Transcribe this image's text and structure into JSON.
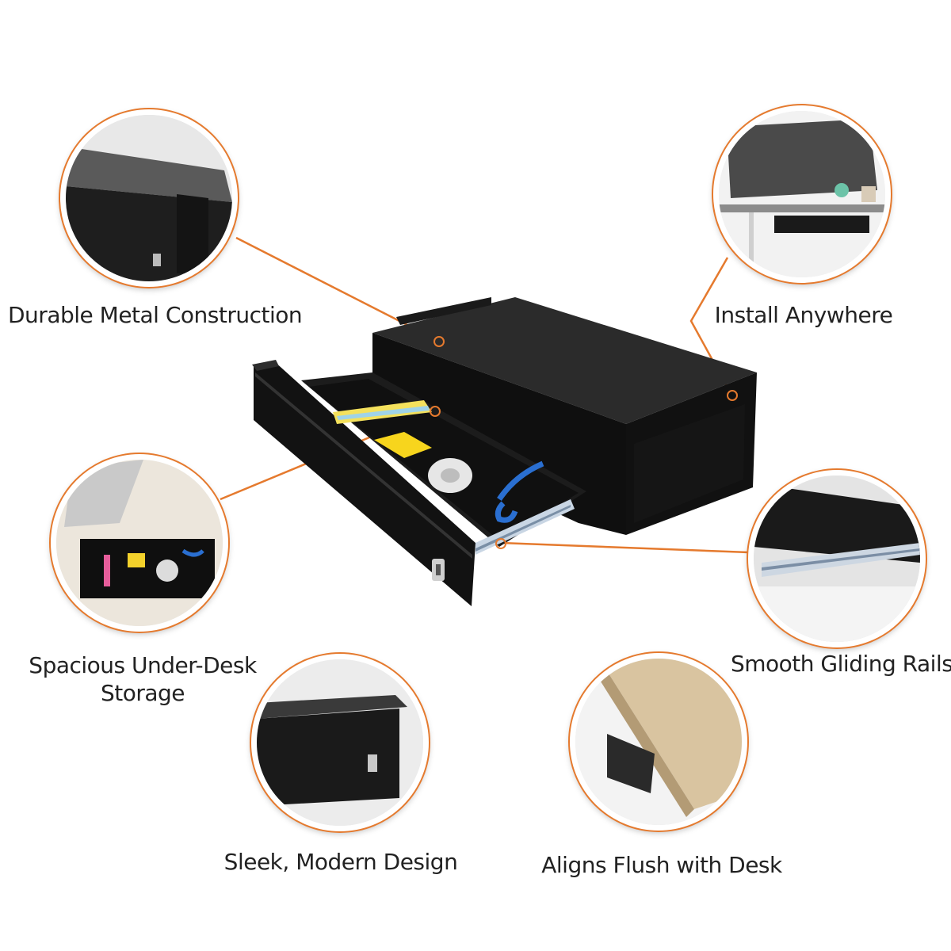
{
  "colors": {
    "accent": "#e57a2e",
    "drawer": "#1a1a1a",
    "text": "#222222"
  },
  "callouts": [
    {
      "key": "durable",
      "caption": "Durable Metal Construction",
      "icon": "drawer-top-closeup"
    },
    {
      "key": "install",
      "caption": "Install Anywhere",
      "icon": "desk-with-drawer"
    },
    {
      "key": "storage",
      "caption_line1": "Spacious Under-Desk",
      "caption_line2": "Storage",
      "icon": "open-drawer-with-supplies"
    },
    {
      "key": "rails",
      "caption": "Smooth Gliding Rails",
      "icon": "drawer-rail-closeup"
    },
    {
      "key": "design",
      "caption": "Sleek, Modern Design",
      "icon": "drawer-front-closeup"
    },
    {
      "key": "flush",
      "caption": "Aligns Flush with Desk",
      "icon": "wood-desk-edge"
    }
  ]
}
